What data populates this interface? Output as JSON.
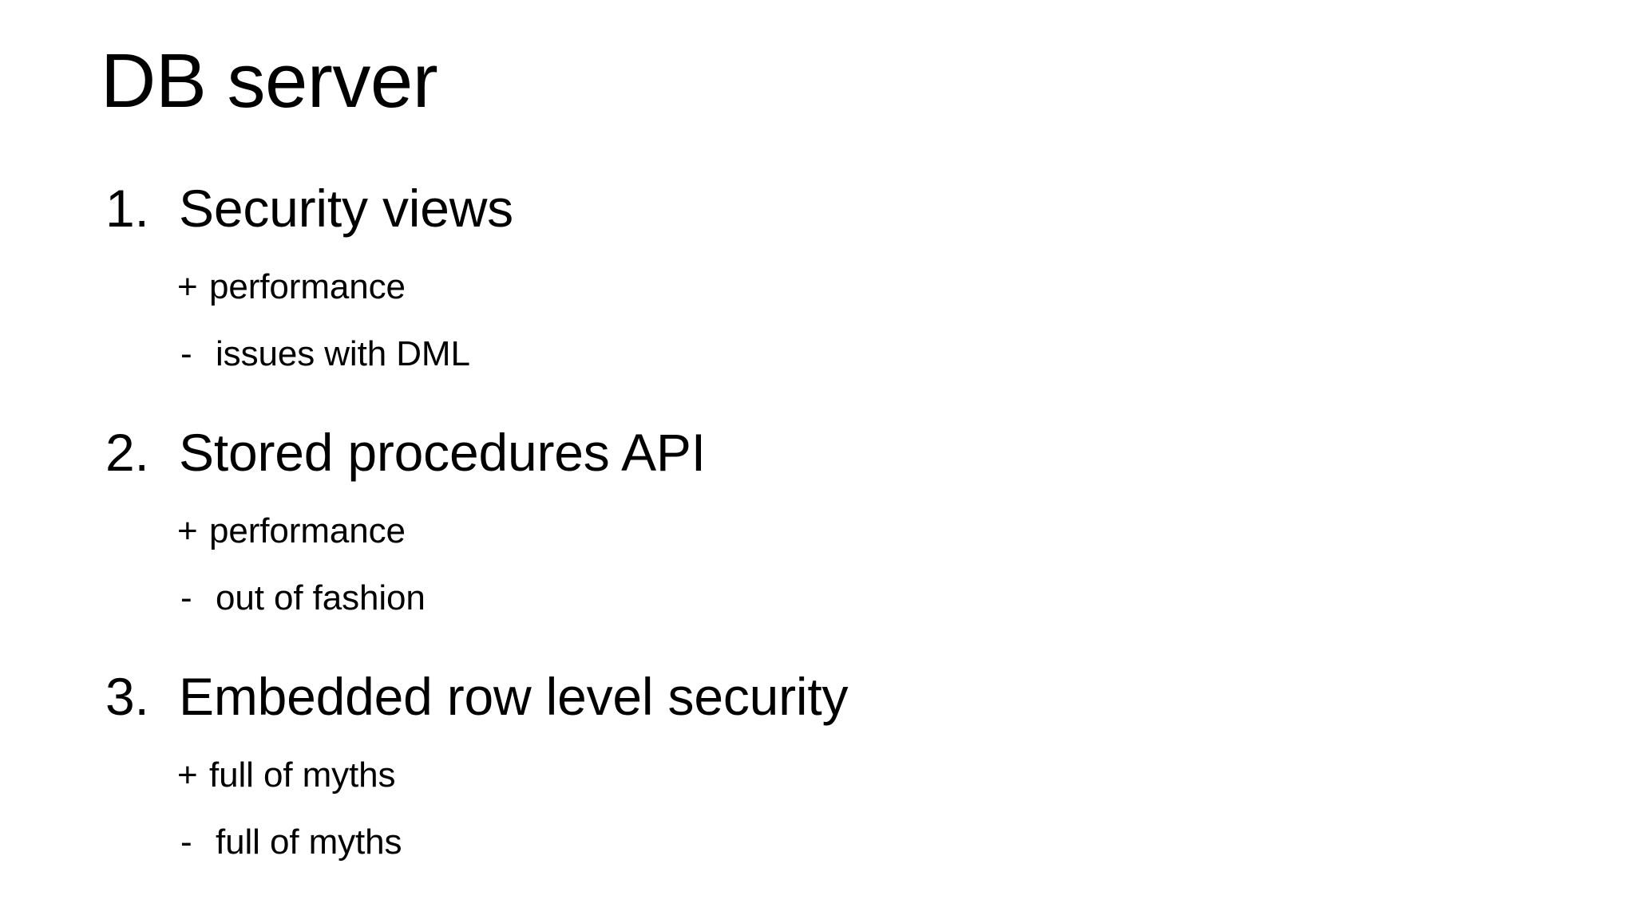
{
  "slide": {
    "background_color": "#FFFFFF",
    "text_color": "#000000",
    "title": "DB server",
    "items": [
      {
        "number": "1.",
        "text": "Security views",
        "sub_items": [
          {
            "marker": "+",
            "text": "performance"
          },
          {
            "marker": "-",
            "text": "issues with DML"
          }
        ]
      },
      {
        "number": "2.",
        "text": "Stored procedures API",
        "sub_items": [
          {
            "marker": "+",
            "text": "performance"
          },
          {
            "marker": "-",
            "text": "out of fashion"
          }
        ]
      },
      {
        "number": "3.",
        "text": "Embedded row level security",
        "sub_items": [
          {
            "marker": "+",
            "text": "full of myths"
          },
          {
            "marker": "-",
            "text": "full of myths"
          }
        ]
      }
    ]
  }
}
